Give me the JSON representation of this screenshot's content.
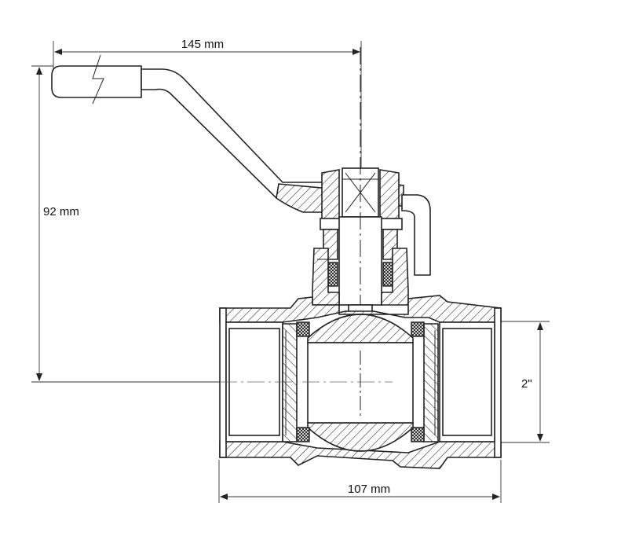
{
  "dimensions": {
    "handle_length": "145 mm",
    "height": "92 mm",
    "body_length": "107 mm",
    "thread_size": "2\""
  },
  "colors": {
    "line": "#222222",
    "background": "#ffffff"
  }
}
